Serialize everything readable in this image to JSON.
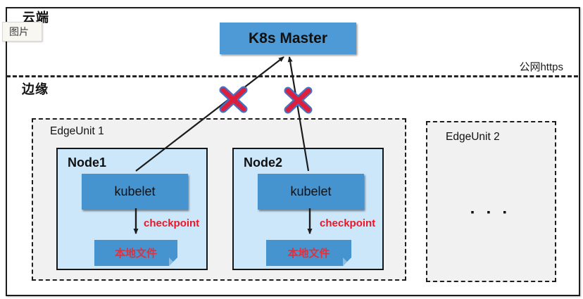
{
  "badge": {
    "label": "图片"
  },
  "cloud": {
    "zone_label": "云端",
    "master_label": "K8s Master",
    "network_label": "公网https"
  },
  "edge": {
    "zone_label": "边缘",
    "units": [
      {
        "label": "EdgeUnit 1",
        "nodes": [
          {
            "label": "Node1",
            "kubelet_label": "kubelet",
            "checkpoint_label": "checkpoint",
            "local_file_label": "本地文件"
          },
          {
            "label": "Node2",
            "kubelet_label": "kubelet",
            "checkpoint_label": "checkpoint",
            "local_file_label": "本地文件"
          }
        ]
      },
      {
        "label": "EdgeUnit 2",
        "ellipsis": "▪ ▪ ▪"
      }
    ]
  },
  "connections": [
    {
      "from": "node1-kubelet",
      "to": "k8s-master",
      "status": "broken"
    },
    {
      "from": "node2-kubelet",
      "to": "k8s-master",
      "status": "broken"
    },
    {
      "from": "node1-kubelet",
      "to": "node1-local-file",
      "label": "checkpoint"
    },
    {
      "from": "node2-kubelet",
      "to": "node2-local-file",
      "label": "checkpoint"
    }
  ],
  "colors": {
    "box_blue": "#4593cf",
    "master_blue": "#4d9ad6",
    "node_fill": "#cde7fa",
    "unit_fill": "#f1f1f1",
    "alert_red": "#ef1527",
    "x_red": "#dc1f3c",
    "x_outline_blue": "#4472c4"
  }
}
